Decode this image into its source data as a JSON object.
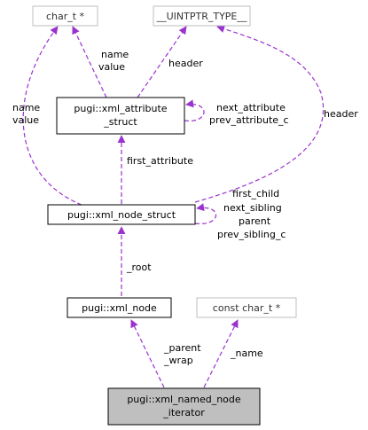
{
  "colors": {
    "edge": "#9a32cd",
    "box_border_strong": "#000000",
    "box_border_muted": "#bfbfbf",
    "highlight_fill": "#bfbfbf"
  },
  "nodes": {
    "char_t_ptr": {
      "label": "char_t *"
    },
    "uintptr_type": {
      "label": "__UINTPTR_TYPE__"
    },
    "xml_attribute_struct": {
      "line1": "pugi::xml_attribute",
      "line2": "_struct"
    },
    "xml_node_struct": {
      "label": "pugi::xml_node_struct"
    },
    "xml_node": {
      "label": "pugi::xml_node"
    },
    "const_char_t_ptr": {
      "label": "const char_t *"
    },
    "xml_named_node_iterator": {
      "line1": "pugi::xml_named_node",
      "line2": "_iterator"
    }
  },
  "edges": {
    "attr_to_char": {
      "line1": "name",
      "line2": "value"
    },
    "attr_to_uintptr": {
      "label": "header"
    },
    "attr_self": {
      "line1": "next_attribute",
      "line2": "prev_attribute_c"
    },
    "node_to_char": {
      "line1": "name",
      "line2": "value"
    },
    "node_to_uintptr": {
      "label": "header"
    },
    "node_to_attr": {
      "label": "first_attribute"
    },
    "node_self": {
      "line1": "first_child",
      "line2": "next_sibling",
      "line3": "parent",
      "line4": "prev_sibling_c"
    },
    "xmlnode_to_nodestruct": {
      "label": "_root"
    },
    "iter_to_xmlnode": {
      "line1": "_parent",
      "line2": "_wrap"
    },
    "iter_to_constchar": {
      "label": "_name"
    }
  }
}
